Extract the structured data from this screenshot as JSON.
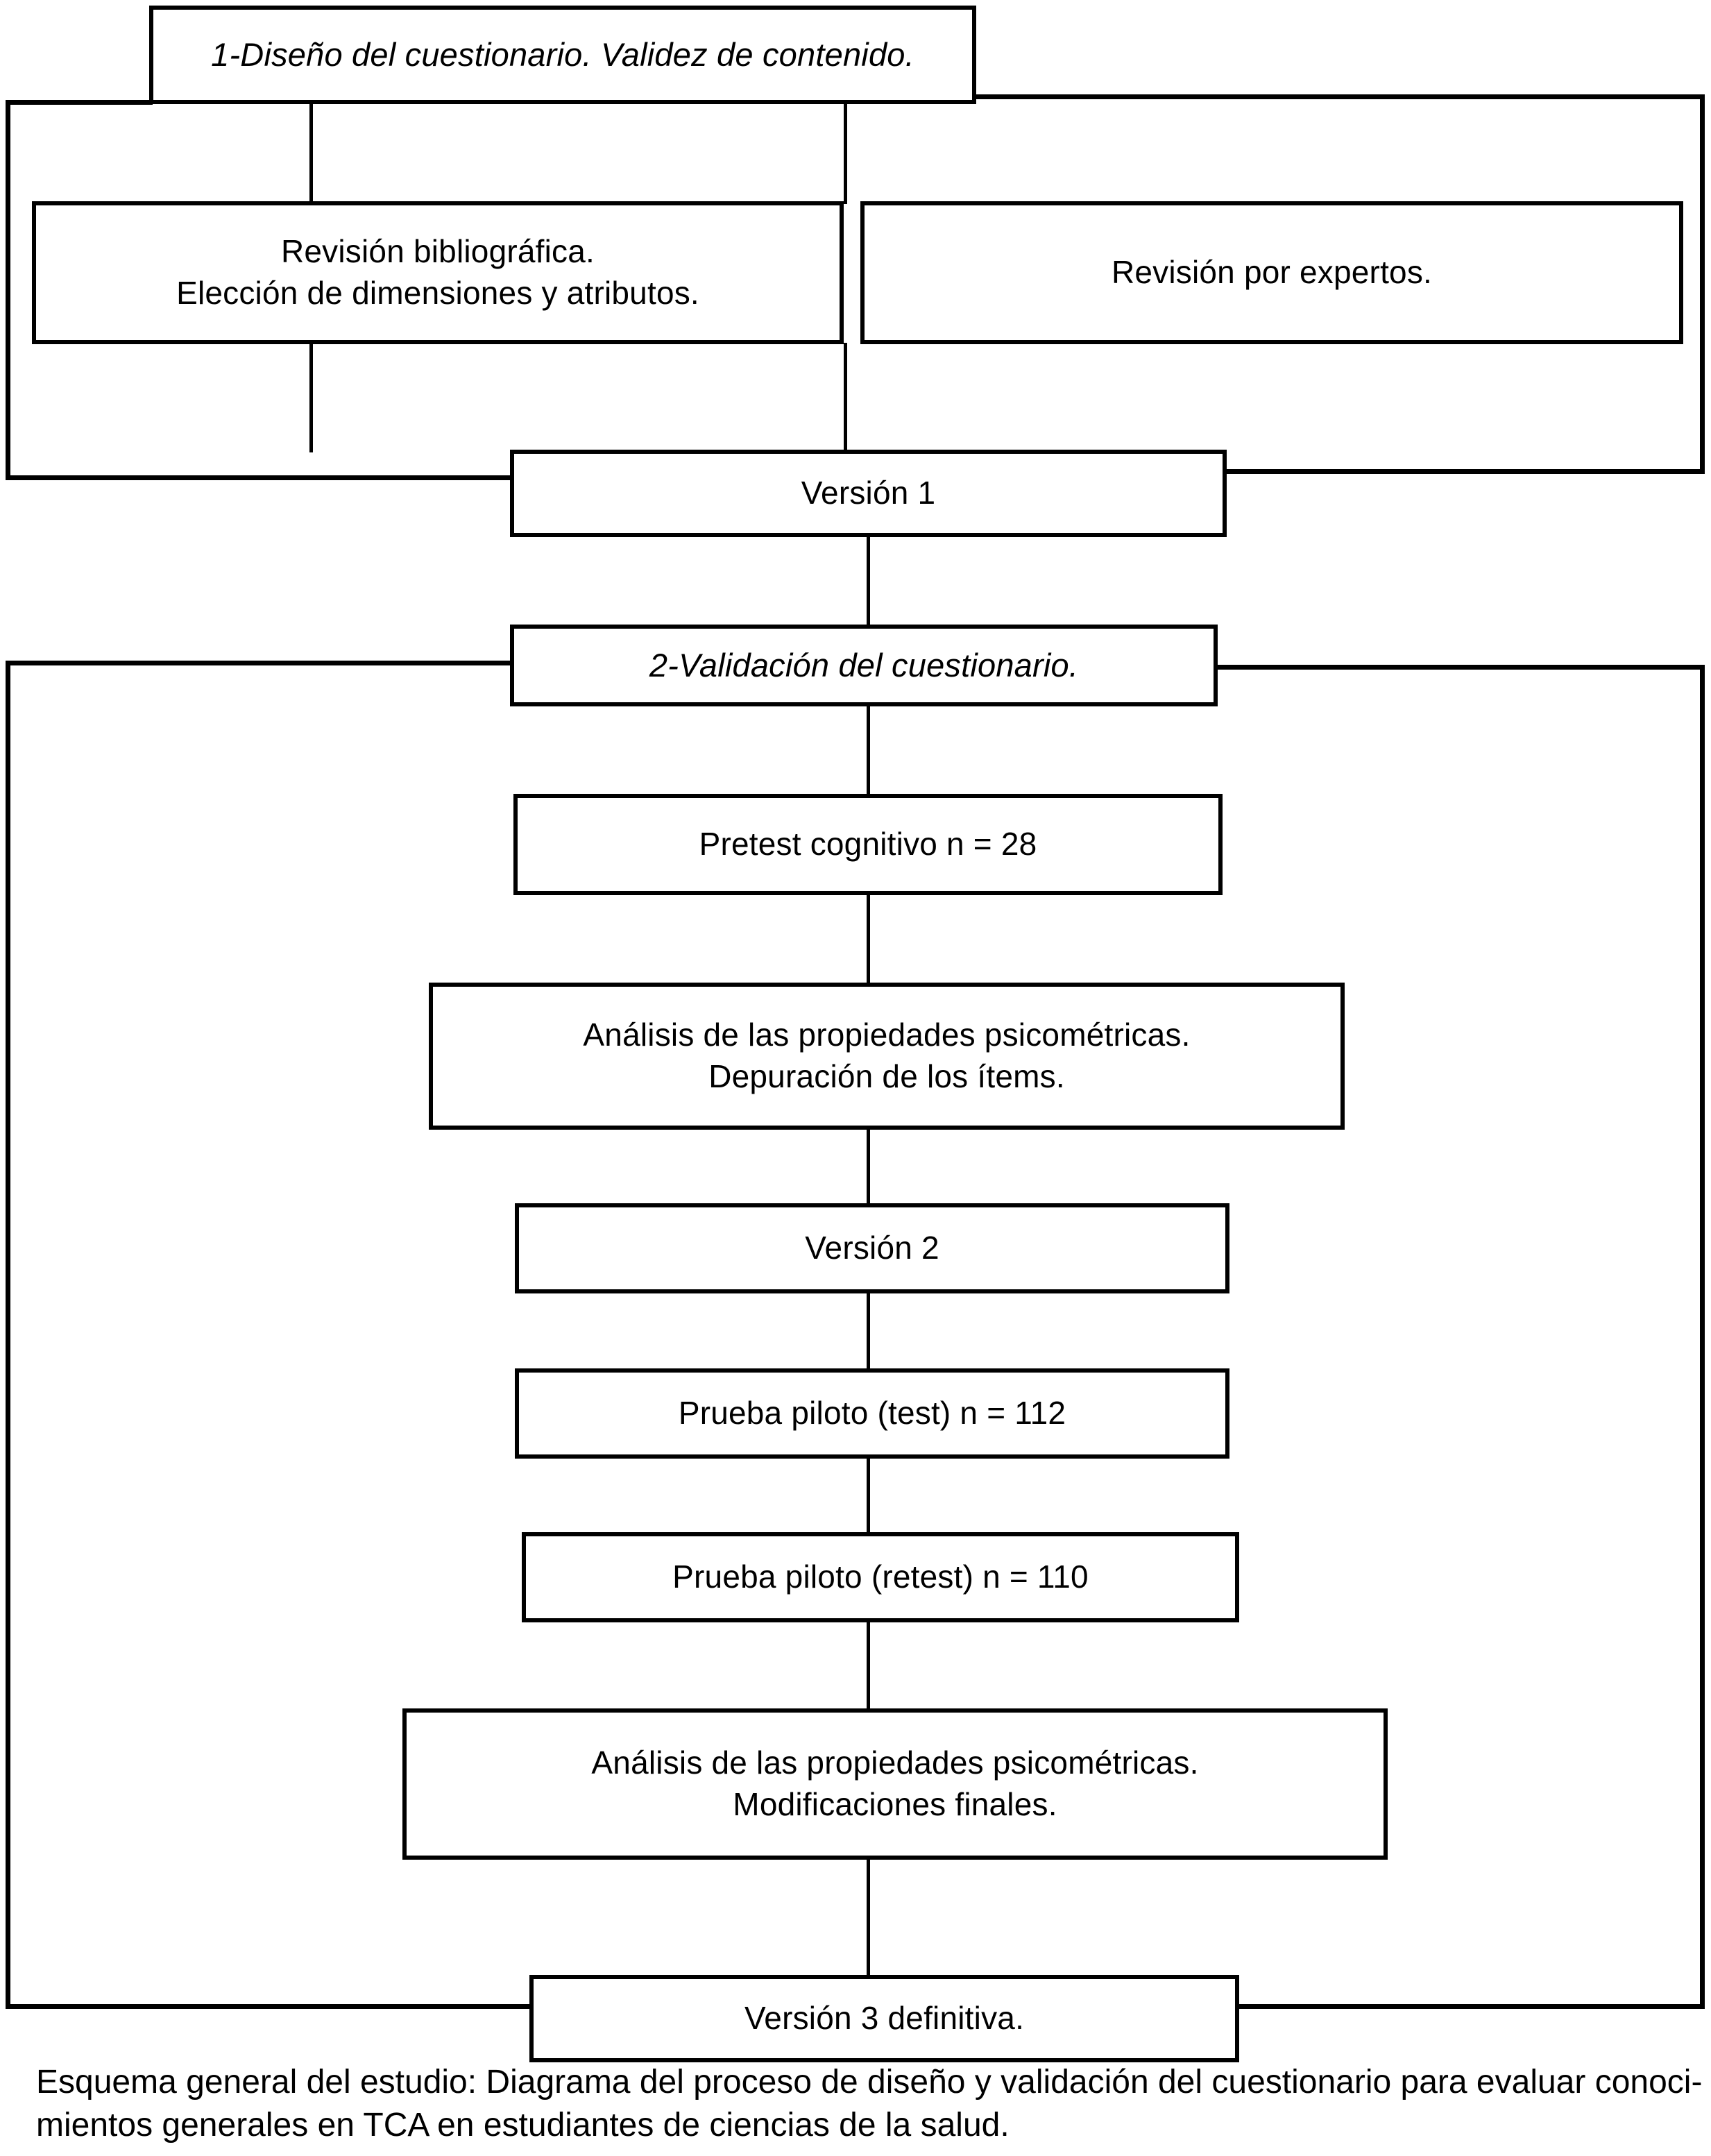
{
  "diagram": {
    "title": "Esquema general del estudio",
    "boxes": {
      "design": {
        "line1": "1-Diseño del cuestionario. Validez de contenido."
      },
      "biblio": {
        "line1": "Revisión bibliográfica.",
        "line2": "Elección de dimensiones y atributos."
      },
      "experts": {
        "line1": "Revisión por expertos."
      },
      "version1": {
        "line1": "Versión 1"
      },
      "validation": {
        "line1": "2-Validación del cuestionario."
      },
      "pretest": {
        "line1": "Pretest cognitivo n = 28"
      },
      "analysis1": {
        "line1": "Análisis de las propiedades psicométricas.",
        "line2": "Depuración de los ítems."
      },
      "version2": {
        "line1": "Versión 2"
      },
      "pilot_test": {
        "line1": "Prueba piloto (test) n = 112"
      },
      "pilot_retest": {
        "line1": "Prueba piloto (retest) n = 110"
      },
      "analysis2": {
        "line1": "Análisis de las propiedades psicométricas.",
        "line2": "Modificaciones finales."
      },
      "version3": {
        "line1": "Versión 3 definitiva."
      }
    }
  },
  "caption": {
    "line1": "Esquema general del estudio: Diagrama del proceso de diseño y validación del cuestionario para evaluar conoci-",
    "line2": "mientos generales en TCA en estudiantes de ciencias de la salud."
  },
  "colors": {
    "stroke": "#000000",
    "background": "#ffffff"
  }
}
